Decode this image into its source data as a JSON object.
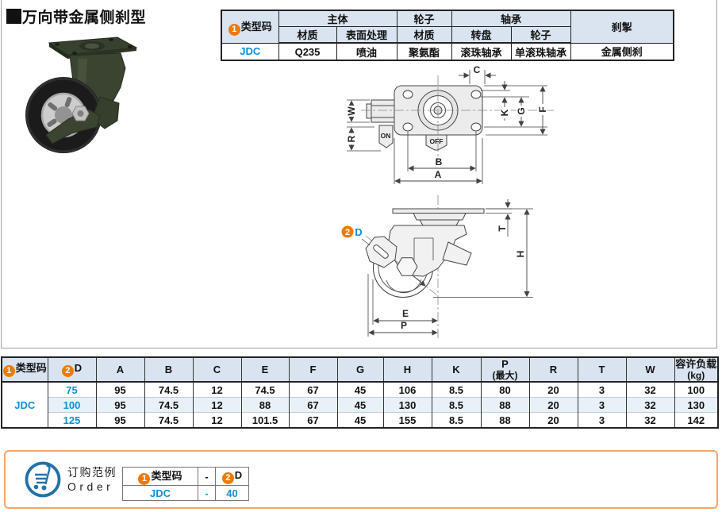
{
  "page": {
    "title": "万向带金属侧刹型"
  },
  "badges": {
    "one": "1",
    "two": "2"
  },
  "spec_table": {
    "type_code_header": "类型码",
    "group_body": "主体",
    "group_wheel": "轮子",
    "group_bearing": "轴承",
    "group_brake": "刹掣",
    "sub_material": "材质",
    "sub_surface": "表面处理",
    "sub_wheel_material": "材质",
    "sub_swivel": "转盘",
    "sub_wheel_bearing": "轮子",
    "row": [
      "JDC",
      "Q235",
      "喷油",
      "聚氨酯",
      "滚珠轴承",
      "单滚珠轴承",
      "金属侧刹"
    ]
  },
  "diagram": {
    "top_view": {
      "dim_c": "C",
      "dim_w": "W",
      "dim_r": "R",
      "dim_k": "K",
      "dim_g": "G",
      "dim_f": "F",
      "dim_b": "B",
      "dim_a": "A",
      "lever_on": "ON",
      "lever_off": "OFF"
    },
    "side_view": {
      "dim_d": "D",
      "dim_t": "T",
      "dim_h": "H",
      "dim_e": "E",
      "dim_p": "P"
    }
  },
  "dim_table": {
    "col_type_code": "类型码",
    "col_d": "D",
    "col_a": "A",
    "col_b": "B",
    "col_c": "C",
    "col_e": "E",
    "col_f": "F",
    "col_g": "G",
    "col_h": "H",
    "col_k": "K",
    "col_p_1": "P",
    "col_p_2": "(最大)",
    "col_r": "R",
    "col_t": "T",
    "col_w": "W",
    "col_load_1": "容许负载",
    "col_load_2": "(kg)",
    "type_code": "JDC",
    "rows": [
      [
        "75",
        "95",
        "74.5",
        "12",
        "74.5",
        "67",
        "45",
        "106",
        "8.5",
        "80",
        "20",
        "3",
        "32",
        "100"
      ],
      [
        "100",
        "95",
        "74.5",
        "12",
        "88",
        "67",
        "45",
        "130",
        "8.5",
        "88",
        "20",
        "3",
        "32",
        "130"
      ],
      [
        "125",
        "95",
        "74.5",
        "12",
        "101.5",
        "67",
        "45",
        "155",
        "8.5",
        "88",
        "20",
        "3",
        "32",
        "142"
      ]
    ]
  },
  "order": {
    "label_cn": "订购范例",
    "label_en": "Order",
    "table": {
      "h_type": "类型码",
      "h_dash": "-",
      "h_d": "D",
      "r_type": "JDC",
      "r_dash": "-",
      "r_d": "40"
    }
  }
}
